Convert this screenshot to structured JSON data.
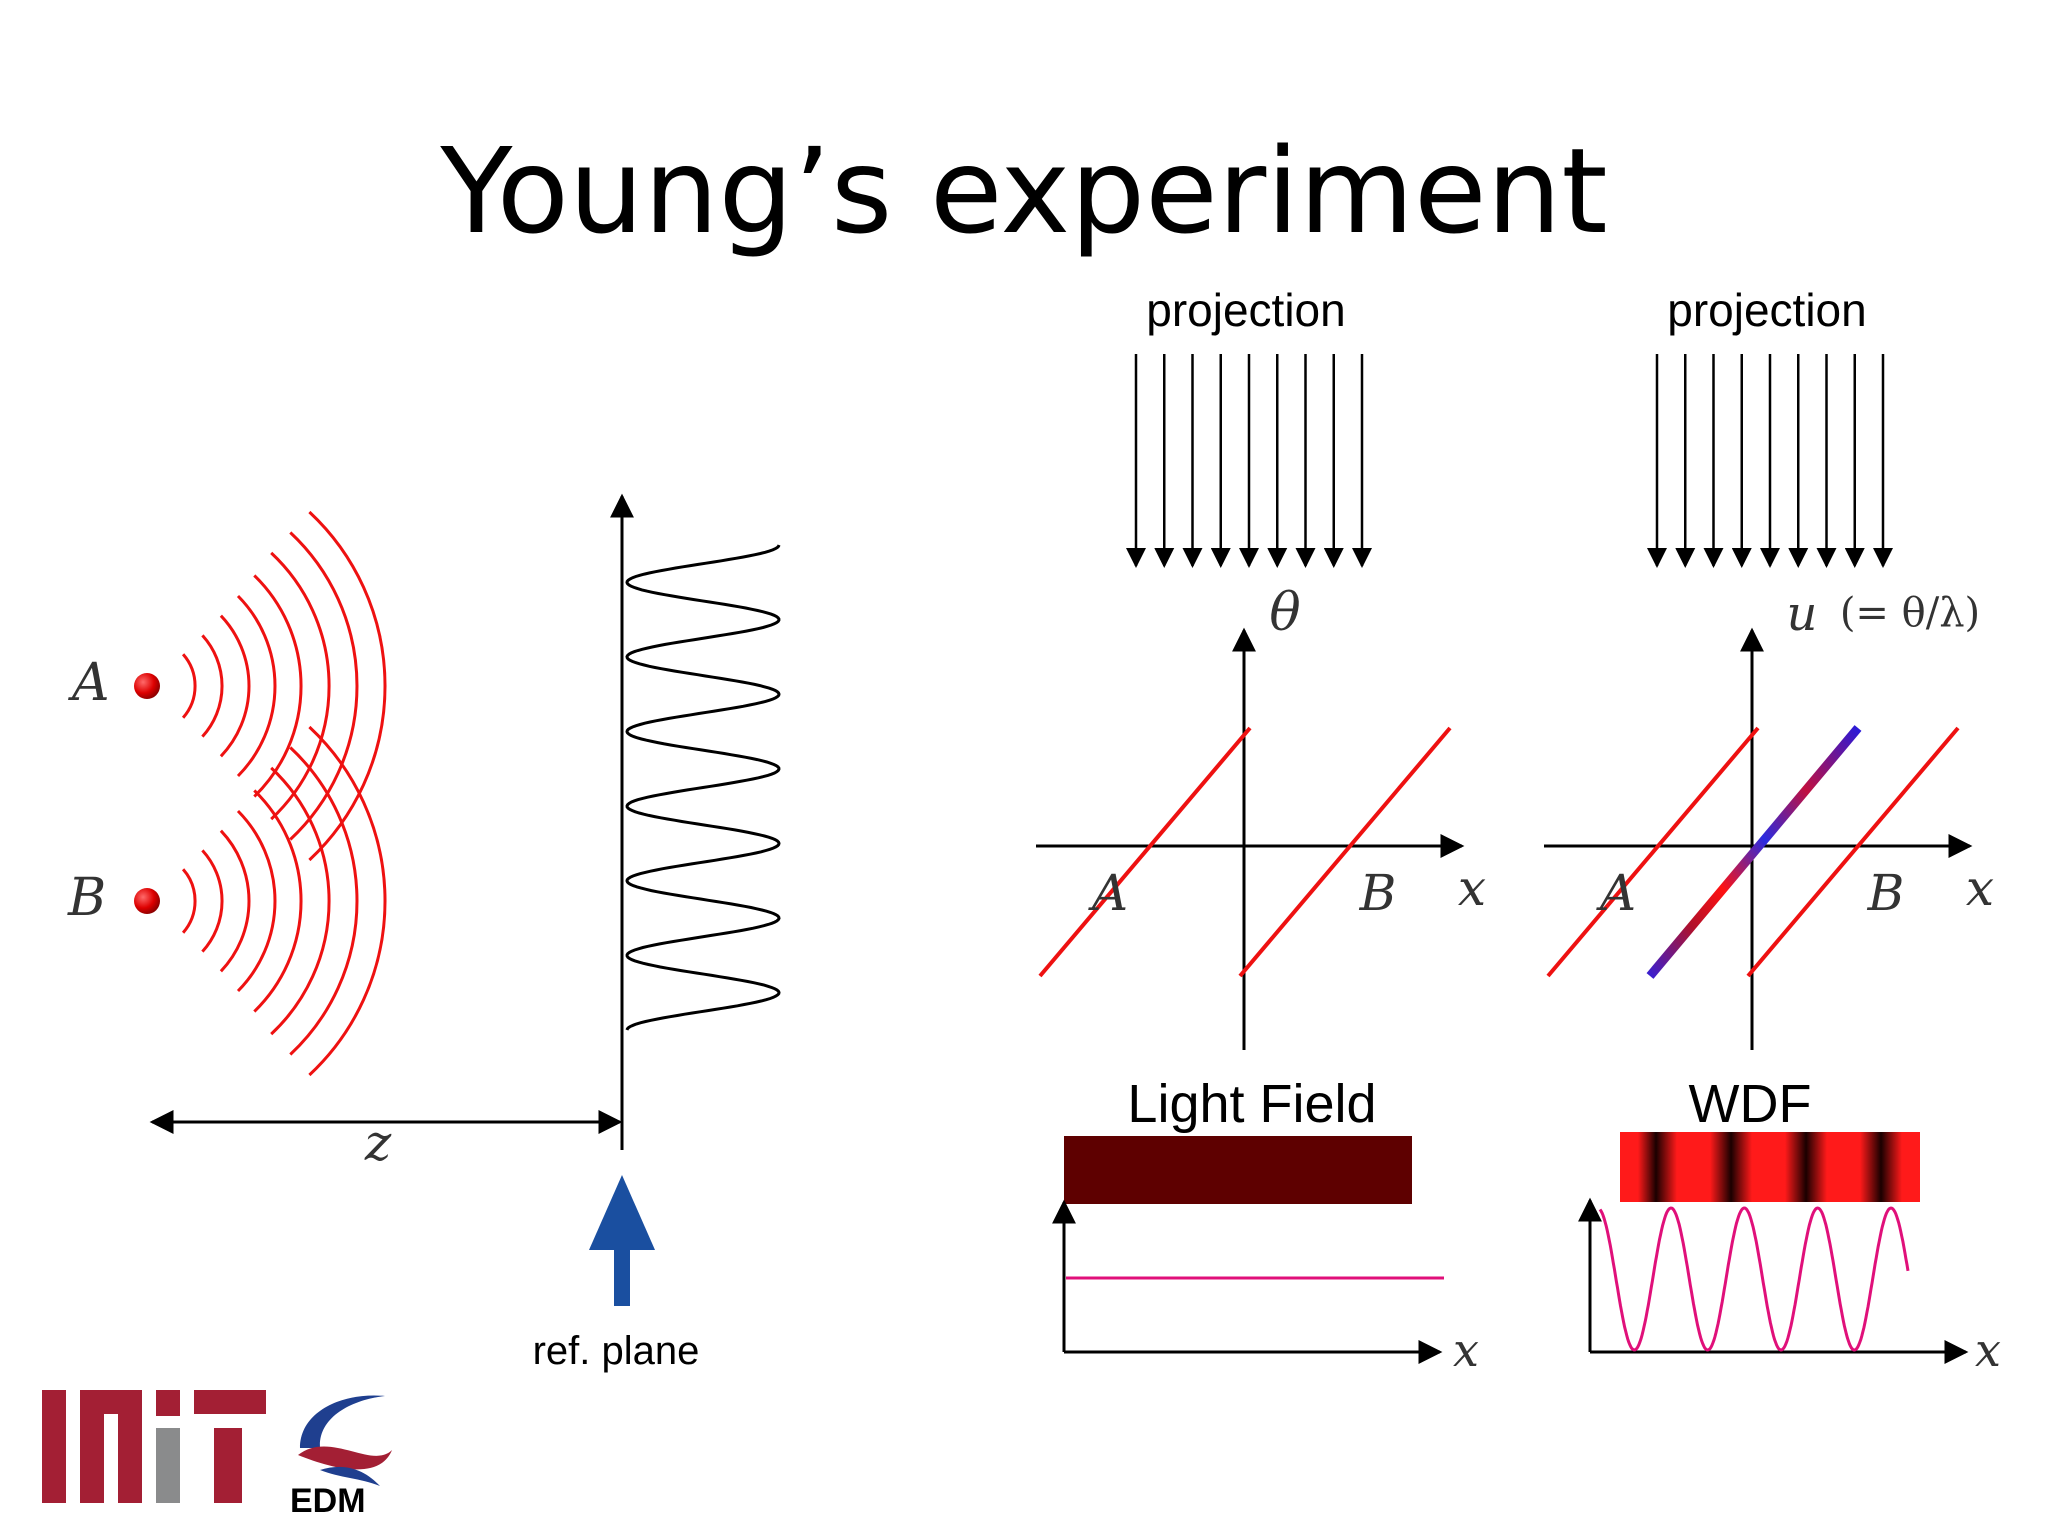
{
  "title": "Young’s experiment",
  "left": {
    "source_a": "A",
    "source_b": "B",
    "distance_label": "z",
    "ref_plane_label": "ref. plane"
  },
  "light_field_panel": {
    "projection_label": "projection",
    "y_axis_label": "θ",
    "x_axis_label": "x",
    "label_a": "A",
    "label_b": "B",
    "caption": "Light Field",
    "bar_color": "#5e0000",
    "plot_x_label": "x"
  },
  "wdf_panel": {
    "projection_label": "projection",
    "y_axis_label": "u",
    "y_axis_note": "(= θ/λ)",
    "x_axis_label": "x",
    "label_a": "A",
    "label_b": "B",
    "caption": "WDF",
    "plot_x_label": "x"
  },
  "logos": {
    "mit": "MIT",
    "edm": "EDM"
  },
  "colors": {
    "wave": "#ee1111",
    "intensity_curve": "#e0107a",
    "arrow_blue": "#1a4fa0",
    "mit_red": "#a31f34",
    "mit_gray": "#8a8b8c",
    "interference_line": "#3a1fd0"
  }
}
